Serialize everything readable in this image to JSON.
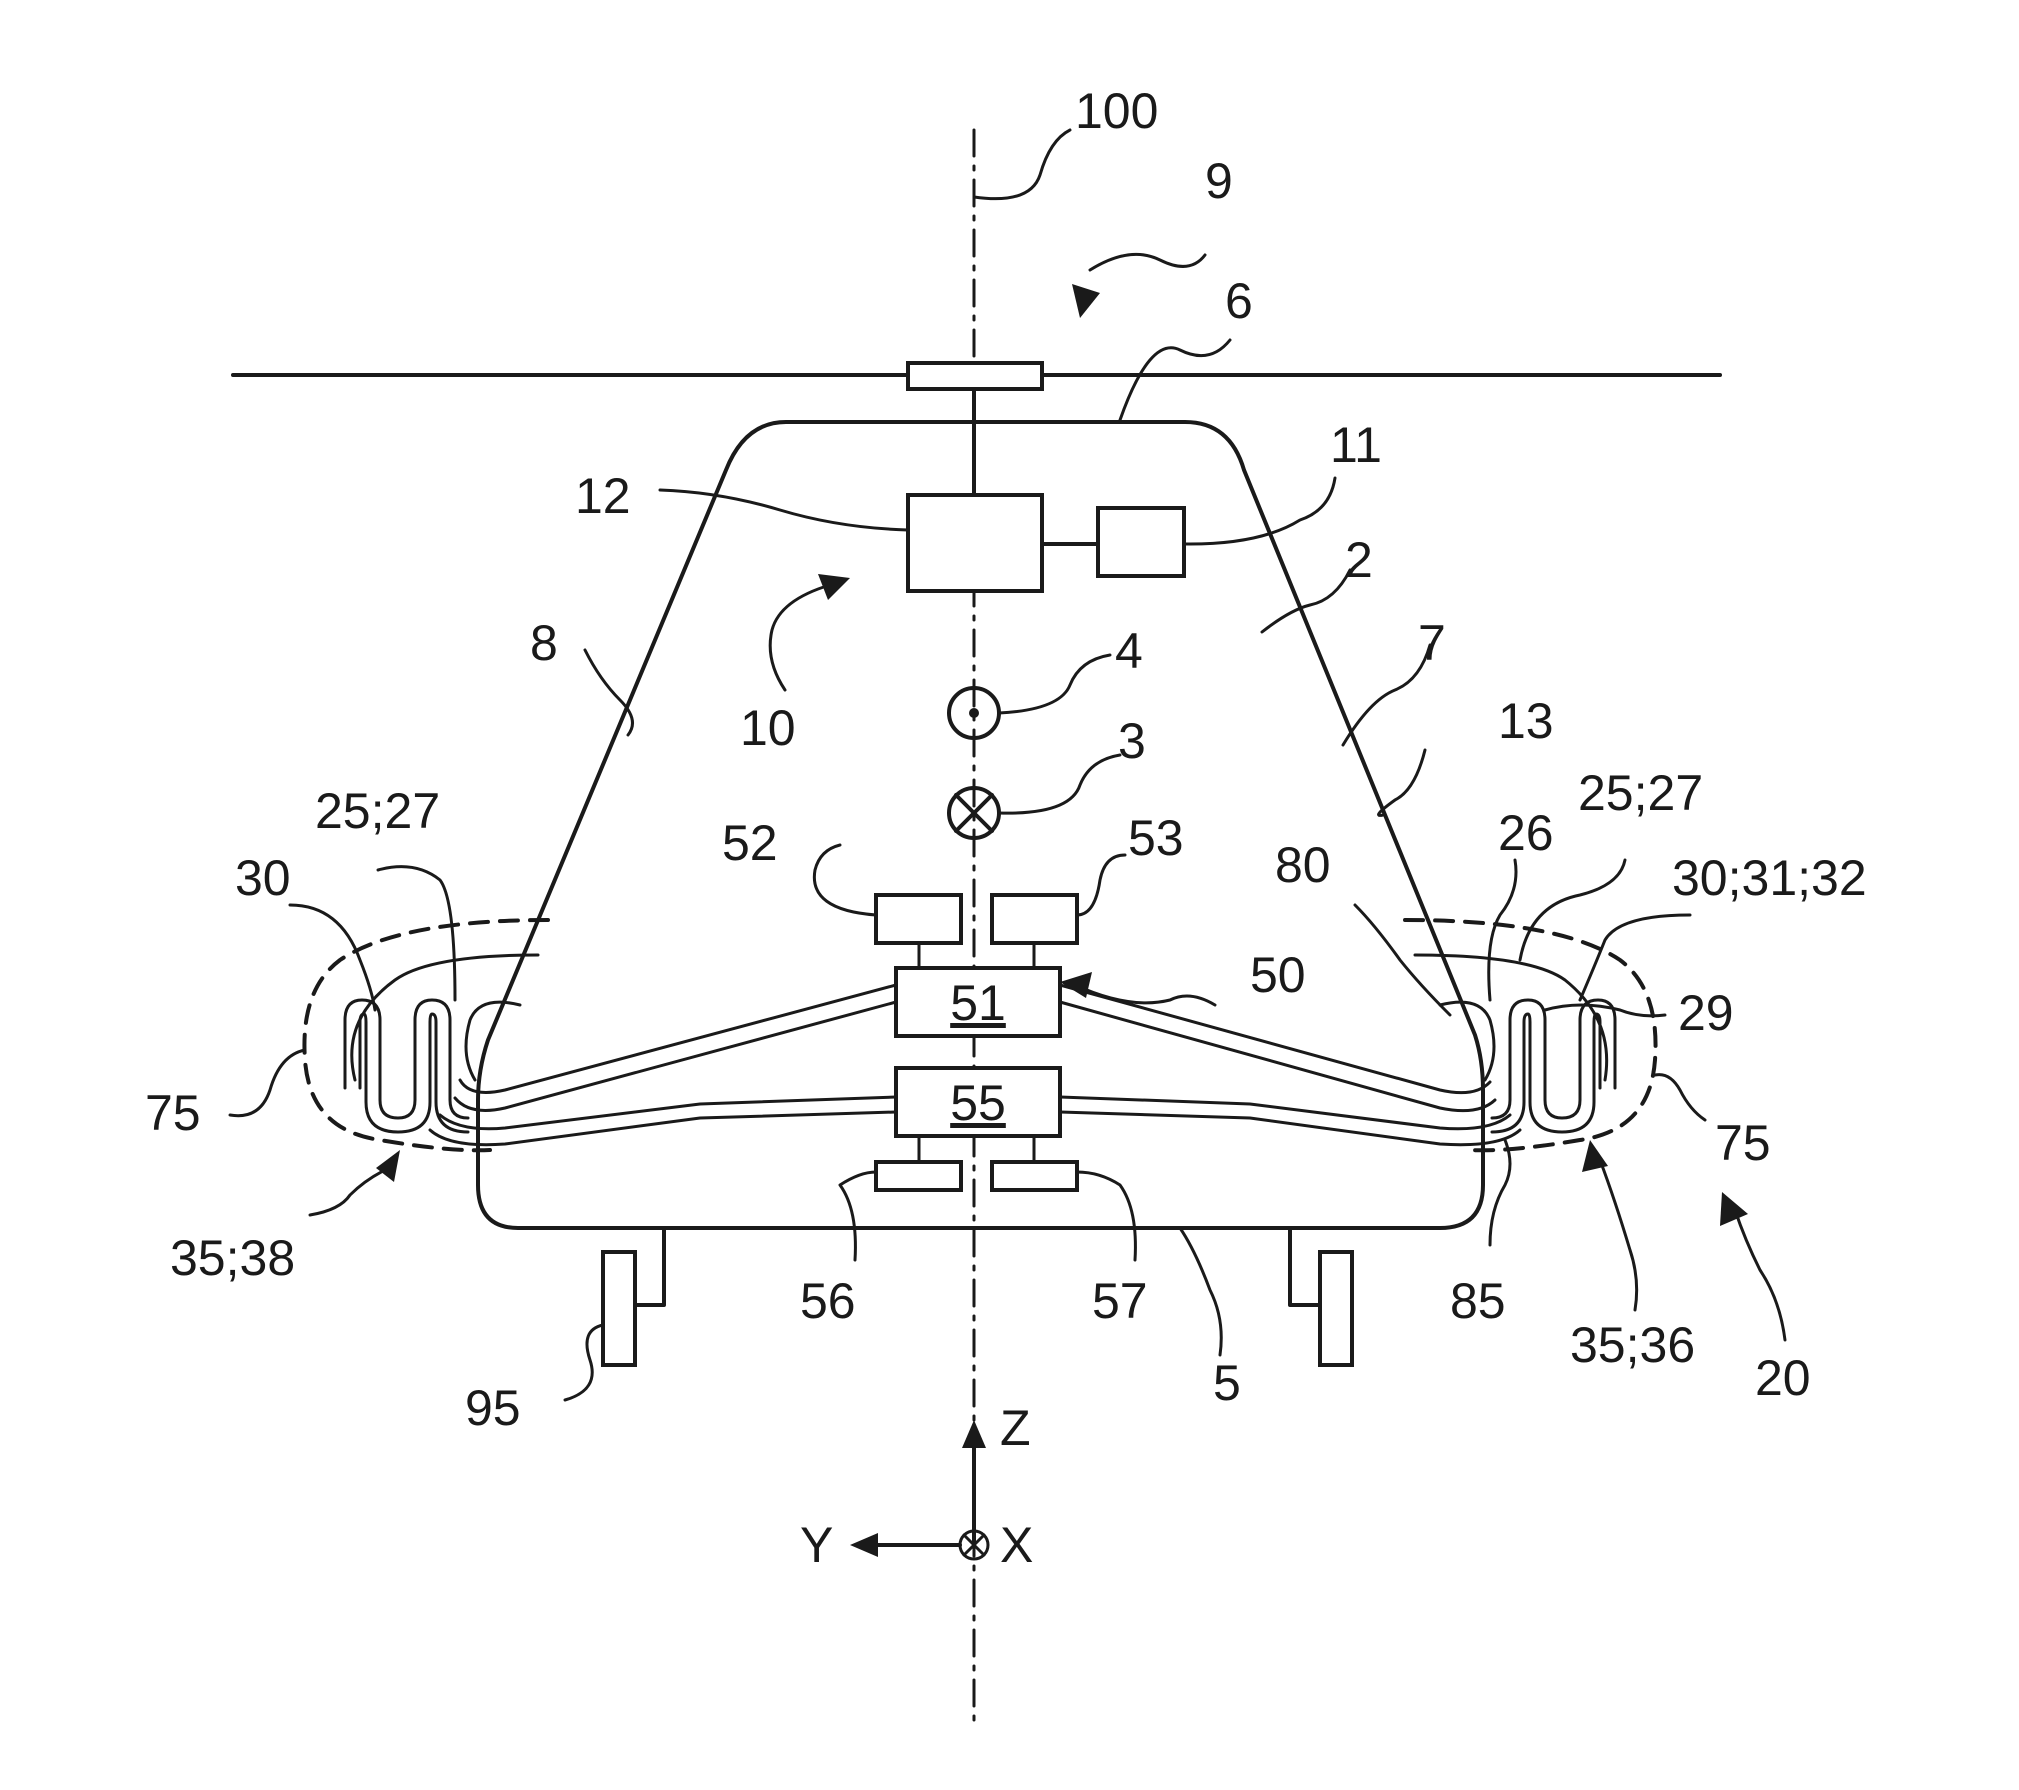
{
  "labels": {
    "l100": "100",
    "l9": "9",
    "l6": "6",
    "l11": "11",
    "l12": "12",
    "l2": "2",
    "l8": "8",
    "l10": "10",
    "l4": "4",
    "l7": "7",
    "l13": "13",
    "l3": "3",
    "l25_27_left": "25;27",
    "l25_27_right": "25;27",
    "l26": "26",
    "l52": "52",
    "l53": "53",
    "l30": "30",
    "l80": "80",
    "l30_31_32": "30;31;32",
    "l50": "50",
    "l29": "29",
    "l51": "51",
    "l55": "55",
    "l75_left": "75",
    "l75_right": "75",
    "l35_38": "35;38",
    "l56": "56",
    "l57": "57",
    "l85": "85",
    "l35_36": "35;36",
    "l20": "20",
    "l95": "95",
    "l5": "5",
    "axis_z": "Z",
    "axis_y": "Y",
    "axis_x": "X"
  }
}
